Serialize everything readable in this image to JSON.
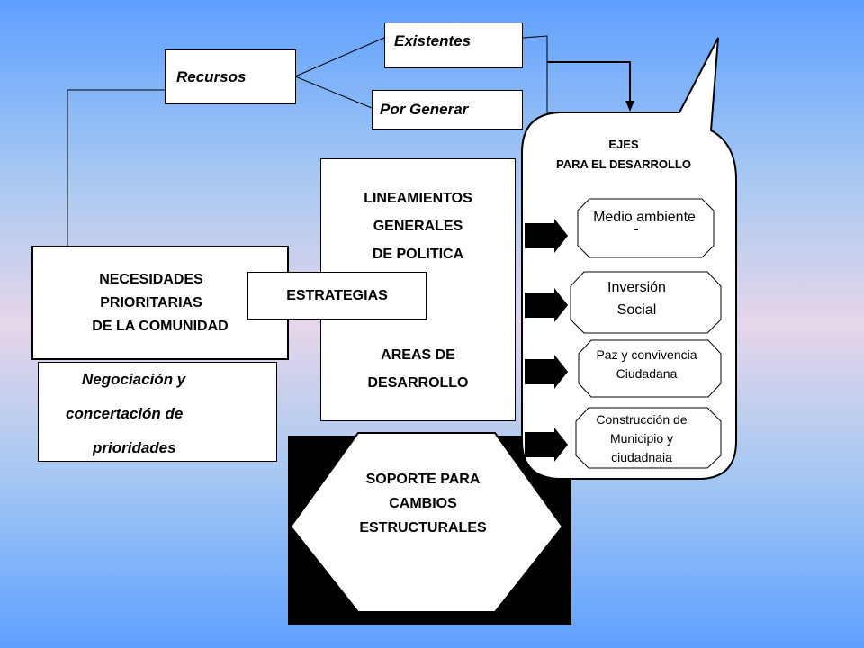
{
  "recursos": {
    "label": "Recursos"
  },
  "existentes": {
    "label": "Existentes"
  },
  "por_generar": {
    "label": "Por Generar"
  },
  "lineamientos": {
    "lines": [
      "LINEAMIENTOS",
      "GENERALES",
      "DE POLITICA"
    ]
  },
  "areas": {
    "lines": [
      "AREAS DE",
      "DESARROLLO"
    ]
  },
  "necesidades": {
    "lines": [
      "NECESIDADES",
      "PRIORITARIAS",
      "DE LA COMUNIDAD"
    ]
  },
  "estrategias": {
    "label": "ESTRATEGIAS"
  },
  "negociacion": {
    "lines": [
      "Negociación y",
      "concertación de",
      "prioridades"
    ]
  },
  "soporte": {
    "lines": [
      "SOPORTE PARA",
      "CAMBIOS",
      "ESTRUCTURALES"
    ]
  },
  "ejes": {
    "title_lines": [
      "EJES",
      "PARA EL DESARROLLO"
    ],
    "items": [
      {
        "lines": [
          "Medio ambiente"
        ]
      },
      {
        "lines": [
          "Inversión",
          "Social"
        ]
      },
      {
        "lines": [
          "Paz y convivencia",
          "Ciudadana"
        ]
      },
      {
        "lines": [
          "Construcción de",
          "Municipio y",
          "ciudadnaia"
        ]
      }
    ]
  }
}
